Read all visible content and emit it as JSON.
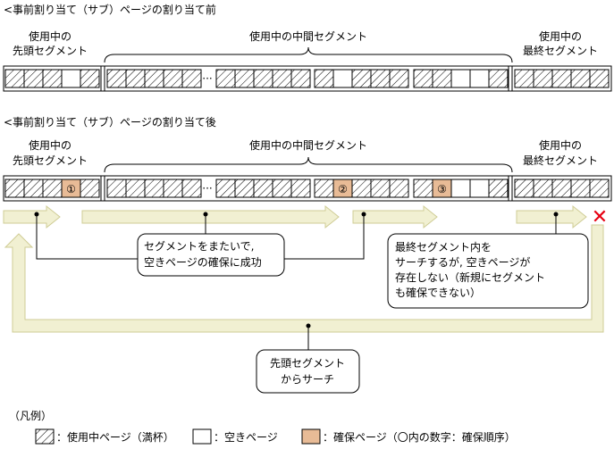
{
  "before": {
    "heading": "<事前割り当て（サブ）ページの割り当て前",
    "label_first_l1": "使用中の",
    "label_first_l2": "先頭セグメント",
    "label_middle": "使用中の中間セグメント",
    "label_last_l1": "使用中の",
    "label_last_l2": "最終セグメント",
    "ellipsis": "···"
  },
  "after": {
    "heading": "<事前割り当て（サブ）ページの割り当て後",
    "label_first_l1": "使用中の",
    "label_first_l2": "先頭セグメント",
    "label_middle": "使用中の中間セグメント",
    "label_last_l1": "使用中の",
    "label_last_l2": "最終セグメント",
    "ellipsis": "···",
    "markers": [
      "①",
      "②",
      "③"
    ],
    "fail_mark": "✕"
  },
  "callouts": {
    "across_l1": "セグメントをまたいで,",
    "across_l2": "空きページの確保に成功",
    "last_l1": "最終セグメント内を",
    "last_l2": "サーチするが, 空きページが",
    "last_l3": "存在しない（新規にセグメント",
    "last_l4": "も確保できない）",
    "restart_l1": "先頭セグメント",
    "restart_l2": "からサーチ"
  },
  "legend": {
    "title": "（凡例）",
    "used": "：使用中ページ（満杯）",
    "free": "：空きページ",
    "reserved": "：確保ページ（〇内の数字：確保順序）"
  },
  "colors": {
    "arrow_fill": "#f1f0d2",
    "arrow_stroke": "#cfcc95",
    "reserved_fill": "#e8bb96",
    "fail_mark": "#e60012"
  }
}
